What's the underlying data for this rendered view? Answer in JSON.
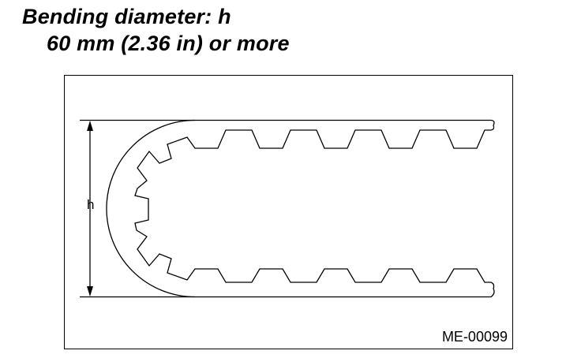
{
  "caption": {
    "line1": "Bending diameter: h",
    "line2": "60 mm (2.36 in) or more"
  },
  "figure": {
    "dimension_label": "h",
    "reference_code": "ME-00099"
  }
}
